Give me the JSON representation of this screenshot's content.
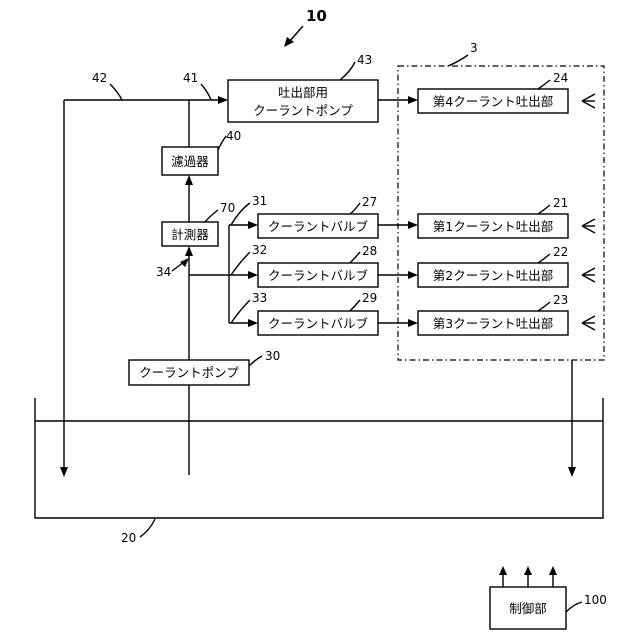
{
  "figure": {
    "ref_system": "10",
    "ref_dashed_group": "3",
    "tank": {
      "ref": "20"
    },
    "controller": {
      "label": "制御部",
      "ref": "100"
    },
    "pump_main": {
      "label": "クーラントポンプ",
      "ref": "30"
    },
    "meter": {
      "label": "計測器",
      "ref": "70"
    },
    "filter": {
      "label": "濾過器",
      "ref": "40"
    },
    "pump_discharge": {
      "label_line1": "吐出部用",
      "label_line2": "クーラントポンプ",
      "ref": "43"
    },
    "valves": [
      {
        "label": "クーラントバルブ",
        "ref": "27"
      },
      {
        "label": "クーラントバルブ",
        "ref": "28"
      },
      {
        "label": "クーラントバルブ",
        "ref": "29"
      }
    ],
    "outlets": [
      {
        "label": "第4クーラント吐出部",
        "ref": "24"
      },
      {
        "label": "第1クーラント吐出部",
        "ref": "21"
      },
      {
        "label": "第2クーラント吐出部",
        "ref": "22"
      },
      {
        "label": "第3クーラント吐出部",
        "ref": "23"
      }
    ],
    "pipe_refs": {
      "r31": "31",
      "r32": "32",
      "r33": "33",
      "r34": "34",
      "r41": "41",
      "r42": "42"
    }
  }
}
